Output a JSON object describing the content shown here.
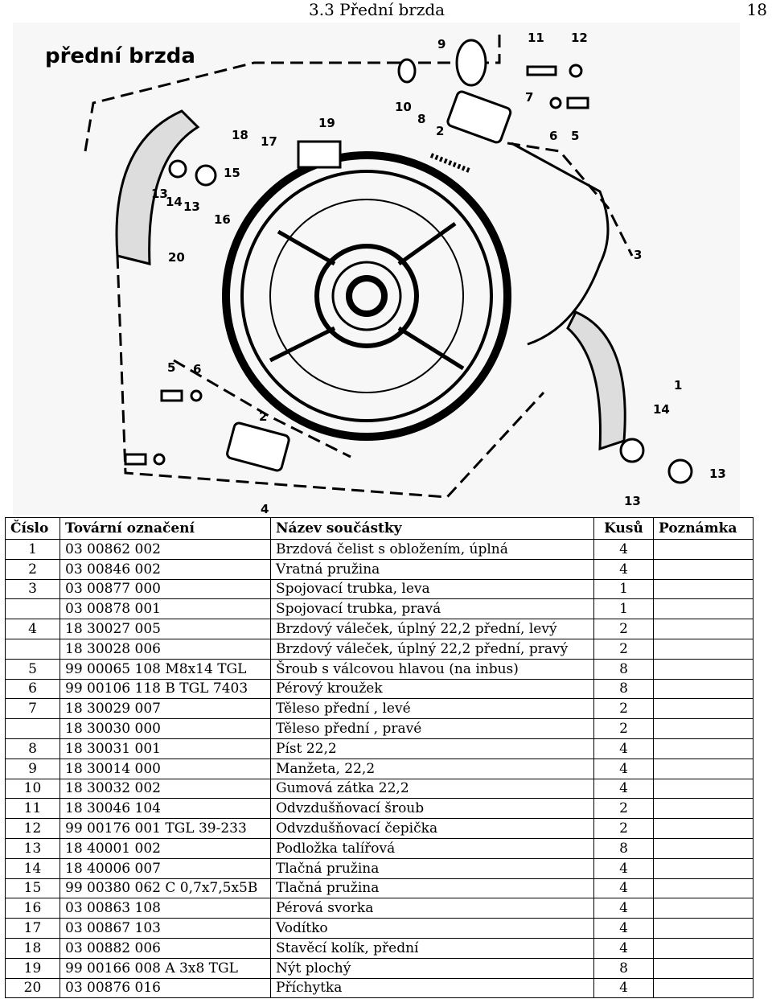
{
  "header": {
    "section": "3.3   Přední brzda",
    "page": "18"
  },
  "figure": {
    "title": "přední brzda",
    "callouts": [
      "9",
      "11",
      "12",
      "10",
      "8",
      "7",
      "6",
      "5",
      "2",
      "18",
      "17",
      "19",
      "15",
      "13",
      "14",
      "13",
      "16",
      "20",
      "3",
      "5",
      "6",
      "2",
      "1",
      "14",
      "13",
      "13",
      "4"
    ]
  },
  "table": {
    "headers": [
      "Číslo",
      "Tovární označení",
      "Název součástky",
      "Kusů",
      "Poznámka"
    ],
    "rows": [
      {
        "num": "1",
        "code": "03 00862 002",
        "name": "Brzdová čelist s obložením, úplná",
        "qty": "4",
        "note": ""
      },
      {
        "num": "2",
        "code": "03 00846 002",
        "name": "Vratná pružina",
        "qty": "4",
        "note": ""
      },
      {
        "num": "3",
        "code": "03 00877 000",
        "name": "Spojovací trubka, leva",
        "qty": "1",
        "note": ""
      },
      {
        "num": "",
        "code": "03 00878 001",
        "name": "Spojovací trubka, pravá",
        "qty": "1",
        "note": ""
      },
      {
        "num": "4",
        "code": "18 30027 005",
        "name": "Brzdový váleček, úplný  22,2 přední, levý",
        "qty": "2",
        "note": ""
      },
      {
        "num": "",
        "code": "18 30028 006",
        "name": "Brzdový váleček, úplný  22,2 přední, pravý",
        "qty": "2",
        "note": ""
      },
      {
        "num": "5",
        "code": "99 00065 108 M8x14 TGL",
        "name": "Šroub s válcovou hlavou (na inbus)",
        "qty": "8",
        "note": ""
      },
      {
        "num": "6",
        "code": "99 00106 118 B TGL 7403",
        "name": "Pérový kroužek",
        "qty": "8",
        "note": ""
      },
      {
        "num": "7",
        "code": "18 30029 007",
        "name": "Těleso přední , levé",
        "qty": "2",
        "note": ""
      },
      {
        "num": "",
        "code": "18 30030 000",
        "name": "Těleso přední , pravé",
        "qty": "2",
        "note": ""
      },
      {
        "num": "8",
        "code": "18 30031 001",
        "name": "Píst  22,2",
        "qty": "4",
        "note": ""
      },
      {
        "num": "9",
        "code": "18 30014 000",
        "name": "Manžeta,  22,2",
        "qty": "4",
        "note": ""
      },
      {
        "num": "10",
        "code": "18 30032 002",
        "name": "Gumová zátka  22,2",
        "qty": "4",
        "note": ""
      },
      {
        "num": "11",
        "code": "18 30046 104",
        "name": "Odvzdušňovací šroub",
        "qty": "2",
        "note": ""
      },
      {
        "num": "12",
        "code": "99 00176 001 TGL 39-233",
        "name": "Odvzdušňovací čepička",
        "qty": "2",
        "note": ""
      },
      {
        "num": "13",
        "code": "18 40001 002",
        "name": "Podložka talířová",
        "qty": "8",
        "note": ""
      },
      {
        "num": "14",
        "code": "18 40006 007",
        "name": "Tlačná pružina",
        "qty": "4",
        "note": ""
      },
      {
        "num": "15",
        "code": "99 00380 062 C 0,7x7,5x5B",
        "name": "Tlačná pružina",
        "qty": "4",
        "note": ""
      },
      {
        "num": "16",
        "code": "03 00863 108",
        "name": "Pérová svorka",
        "qty": "4",
        "note": ""
      },
      {
        "num": "17",
        "code": "03 00867 103",
        "name": "Vodítko",
        "qty": "4",
        "note": ""
      },
      {
        "num": "18",
        "code": "03 00882 006",
        "name": "Stavěcí kolík, přední",
        "qty": "4",
        "note": ""
      },
      {
        "num": "19",
        "code": "99 00166 008 A 3x8 TGL",
        "name": "Nýt plochý",
        "qty": "8",
        "note": ""
      },
      {
        "num": "20",
        "code": "03 00876 016",
        "name": "Příchytka",
        "qty": "4",
        "note": ""
      }
    ]
  }
}
